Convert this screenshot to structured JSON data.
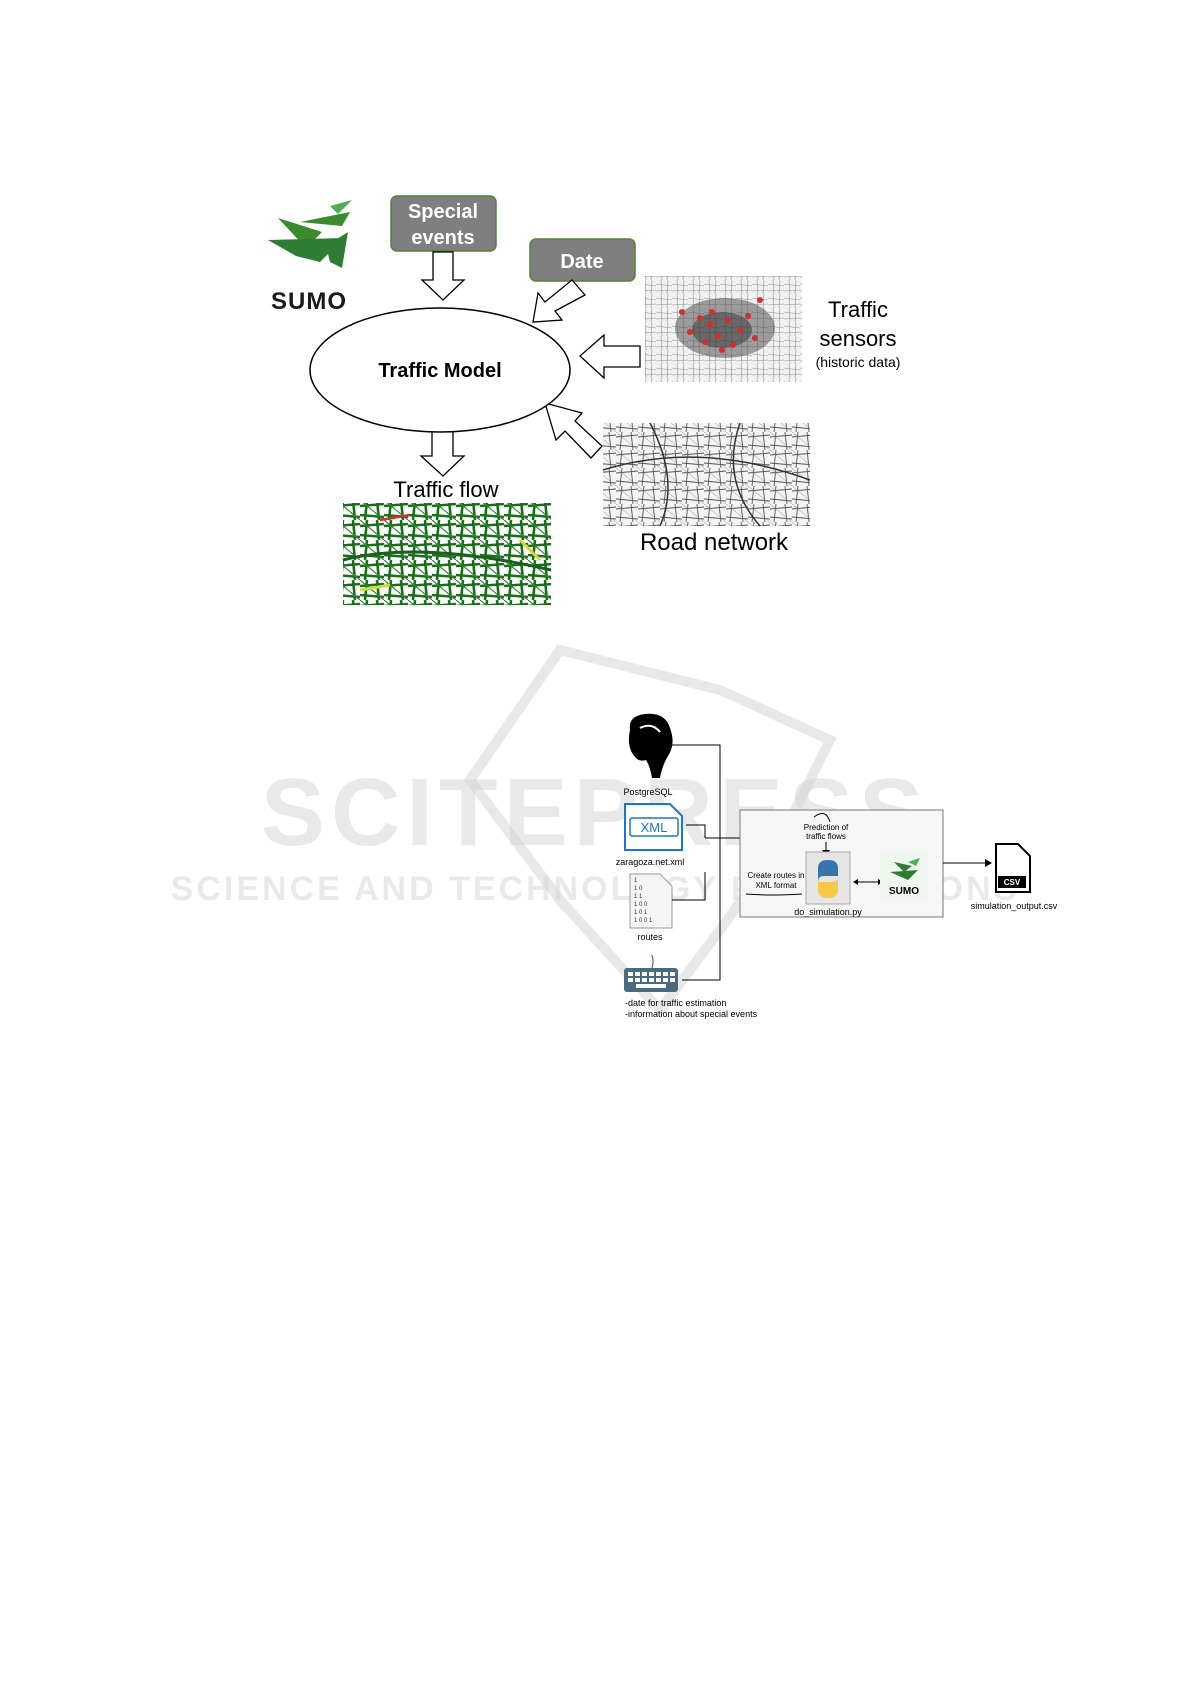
{
  "figure1": {
    "sumo_logo_text": "SUMO",
    "special_events": "Special events",
    "special_events_line1": "Special",
    "special_events_line2": "events",
    "date": "Date",
    "traffic_model": "Traffic Model",
    "traffic_sensors_line1": "Traffic",
    "traffic_sensors_line2": "sensors",
    "traffic_sensors_note": "(historic data)",
    "traffic_flow": "Traffic flow",
    "road_network": "Road network",
    "box_fill": "#7f7f7f",
    "box_border": "#548235",
    "sumo_green": "#2e7d32"
  },
  "figure2": {
    "postgresql": "PostgreSQL",
    "xml_badge": "XML",
    "xml_file": "zaragoza.net.xml",
    "routes": "routes",
    "binary_lines": [
      "1",
      "1 0",
      "1 1",
      "1 0 0",
      "1 0 1",
      "1 0 0 1"
    ],
    "prediction_line1": "Prediction of",
    "prediction_line2": "traffic flows",
    "create_routes_line1": "Create routes in",
    "create_routes_line2": "XML format",
    "script": "do_simulation.py",
    "sumo": "SUMO",
    "csv_badge": "CSV",
    "output_file": "simulation_output.csv",
    "keyboard_note_line1": "-date for traffic estimation",
    "keyboard_note_line2": "-information about special events"
  },
  "watermark": {
    "brand": "SCITEPRESS",
    "tagline": "SCIENCE AND TECHNOLOGY PUBLICATIONS"
  }
}
